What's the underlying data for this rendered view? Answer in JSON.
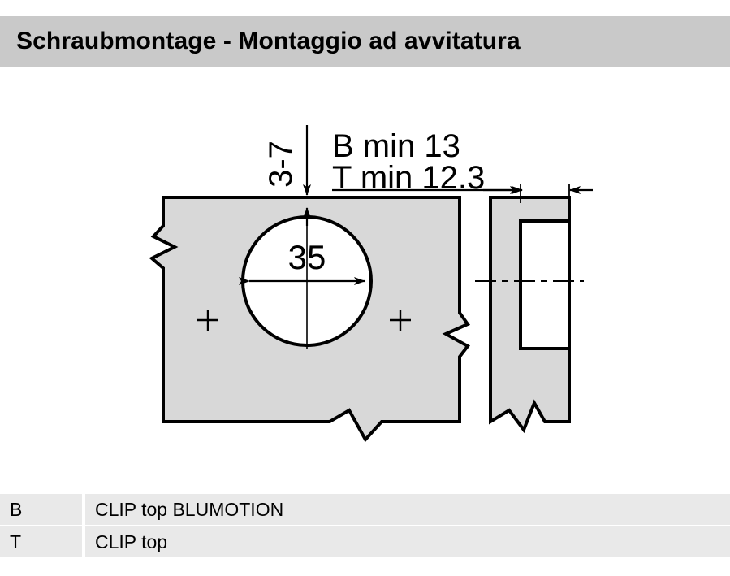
{
  "header": {
    "title": "Schraubmontage - Montaggio ad avvitatura"
  },
  "drawing": {
    "labels": {
      "depth_range": "3-7",
      "dim_b": "B min 13",
      "dim_t": "T min 12.3",
      "bore_diameter": "35"
    },
    "colors": {
      "panel_fill": "#d8d8d8",
      "bore_fill": "#ffffff",
      "outline": "#000000",
      "header_band": "#c9c9c9",
      "legend_row": "#e9e9e9"
    }
  },
  "legend": {
    "rows": [
      {
        "key": "B",
        "value": "CLIP top BLUMOTION"
      },
      {
        "key": "T",
        "value": "CLIP top"
      }
    ]
  }
}
